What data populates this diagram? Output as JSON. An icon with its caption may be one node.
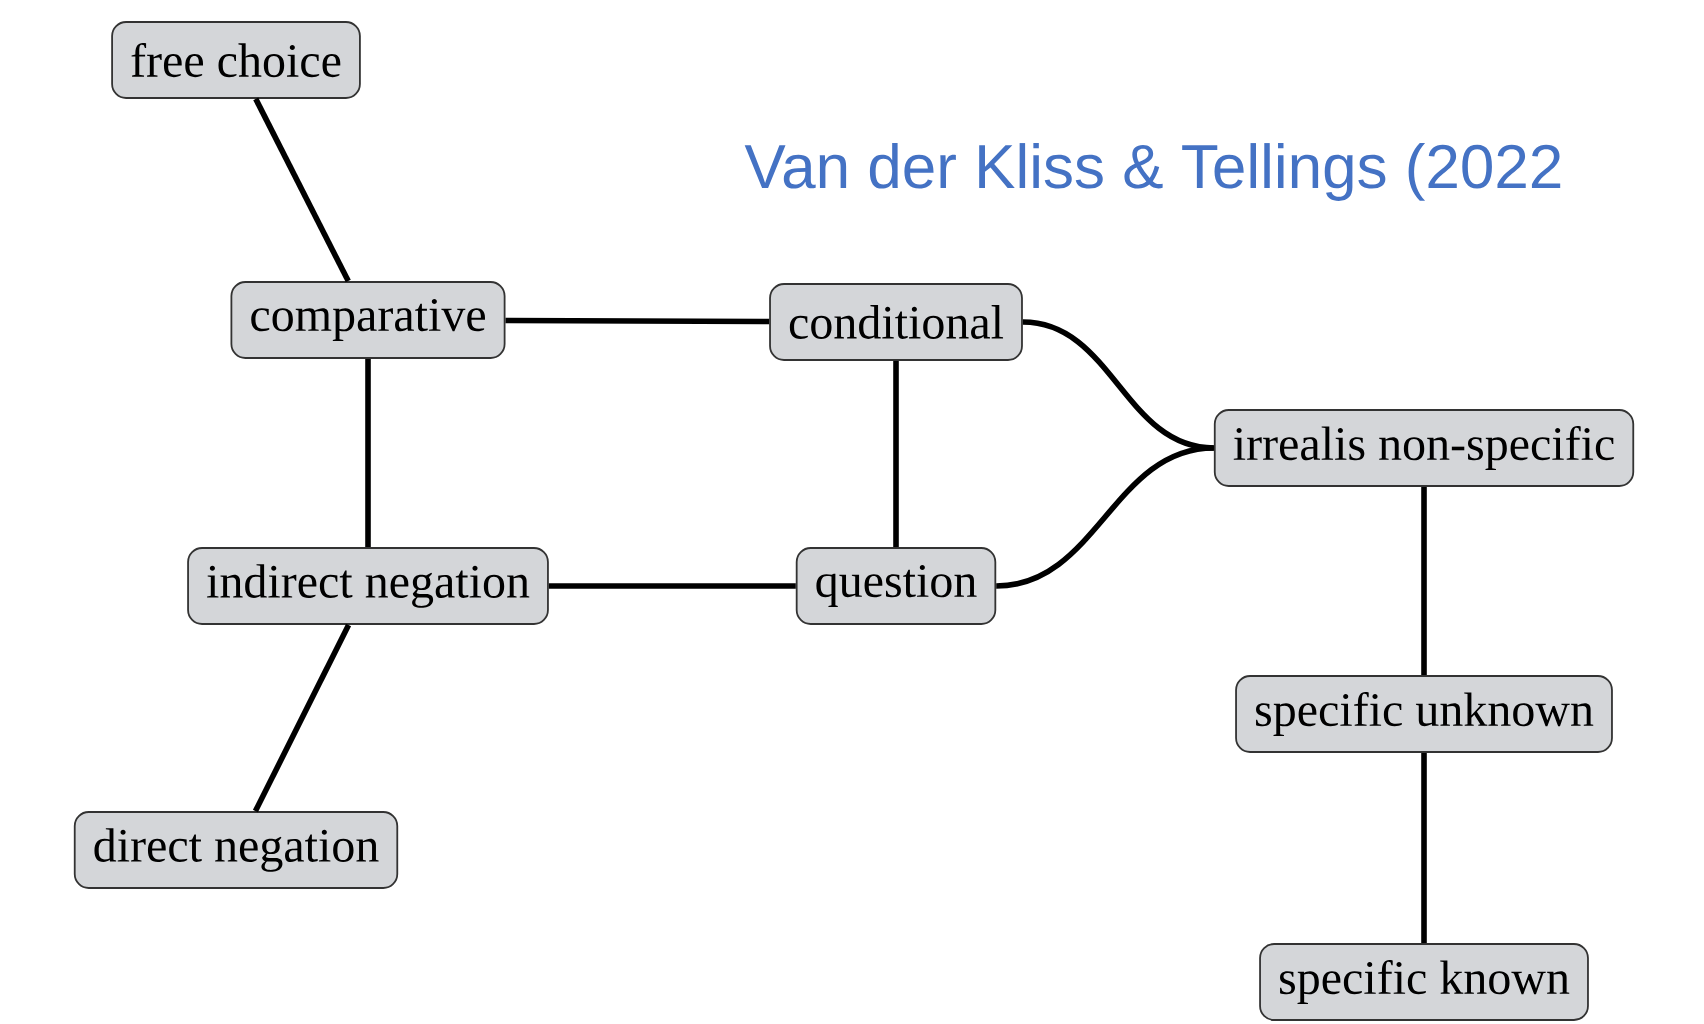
{
  "diagram": {
    "title": "Van der Kliss & Tellings (2022",
    "nodes": [
      {
        "text": [
          "free choice"
        ]
      },
      {
        "text": [
          "comparative"
        ]
      },
      {
        "text": [
          "conditional"
        ]
      },
      {
        "text": [
          "irrealis non-specific"
        ]
      },
      {
        "text": [
          "indirect negation"
        ]
      },
      {
        "text": [
          "question"
        ]
      },
      {
        "text": [
          "direct negation"
        ]
      },
      {
        "text": [
          "specific unknown"
        ]
      },
      {
        "text": [
          "specific known"
        ]
      }
    ],
    "edges": [
      {
        "from": 0,
        "to": 1,
        "arrow": "none"
      },
      {
        "from": 1,
        "to": 2,
        "arrow": "none"
      },
      {
        "from": 1,
        "to": 4,
        "arrow": "none"
      },
      {
        "from": 2,
        "to": 5,
        "arrow": "none"
      },
      {
        "from": 4,
        "to": 5,
        "arrow": "none"
      },
      {
        "from": 4,
        "to": 6,
        "arrow": "none"
      },
      {
        "from": 2,
        "to": 3,
        "arrow": "none"
      },
      {
        "from": 5,
        "to": 3,
        "arrow": "none"
      },
      {
        "from": 3,
        "to": 7,
        "arrow": "none"
      },
      {
        "from": 7,
        "to": 8,
        "arrow": "none"
      }
    ]
  }
}
